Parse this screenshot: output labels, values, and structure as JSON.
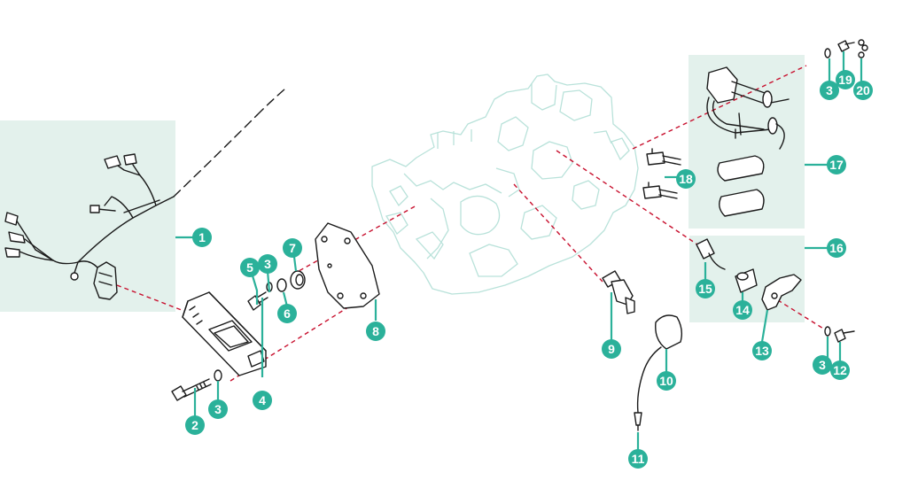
{
  "colors": {
    "accent": "#2bb19a",
    "panel": "#e3f1ec",
    "engine_outline": "#b9e2da",
    "assembly_line": "#c8102e",
    "part_outline": "#1a1a1a"
  },
  "callouts": [
    {
      "id": "1",
      "label": "1"
    },
    {
      "id": "2",
      "label": "2"
    },
    {
      "id": "3a",
      "label": "3"
    },
    {
      "id": "3b",
      "label": "3"
    },
    {
      "id": "3c",
      "label": "3"
    },
    {
      "id": "3d",
      "label": "3"
    },
    {
      "id": "4",
      "label": "4"
    },
    {
      "id": "5",
      "label": "5"
    },
    {
      "id": "6",
      "label": "6"
    },
    {
      "id": "7",
      "label": "7"
    },
    {
      "id": "8",
      "label": "8"
    },
    {
      "id": "9",
      "label": "9"
    },
    {
      "id": "10",
      "label": "10"
    },
    {
      "id": "11",
      "label": "11"
    },
    {
      "id": "12",
      "label": "12"
    },
    {
      "id": "13",
      "label": "13"
    },
    {
      "id": "14",
      "label": "14"
    },
    {
      "id": "15",
      "label": "15"
    },
    {
      "id": "16",
      "label": "16"
    },
    {
      "id": "17",
      "label": "17"
    },
    {
      "id": "18",
      "label": "18"
    },
    {
      "id": "19",
      "label": "19"
    },
    {
      "id": "20",
      "label": "20"
    }
  ]
}
